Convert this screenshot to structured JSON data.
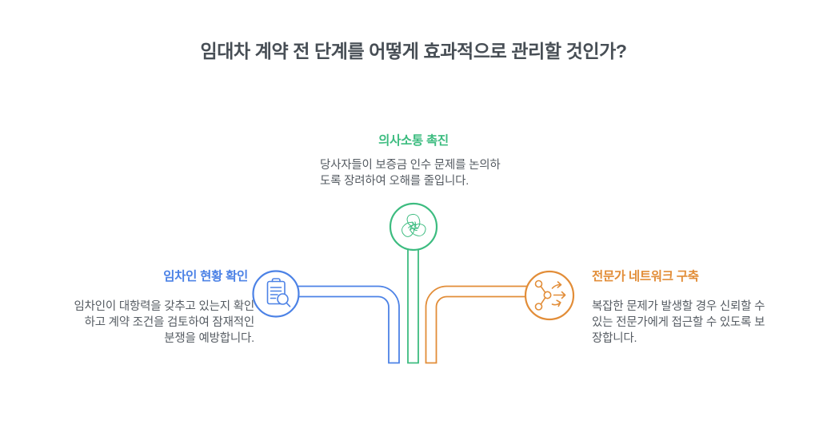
{
  "title": "임대차 계약 전 단계를 어떻게 효과적으로 관리할 것인가?",
  "colors": {
    "blue": "#4c82e6",
    "green": "#3dbc80",
    "orange": "#e28d38",
    "title_text": "#474e55",
    "body_text": "#565c63",
    "background": "#ffffff"
  },
  "nodes": {
    "communication": {
      "label": "의사소통 촉진",
      "icon": "hands-collaboration-icon",
      "desc_lines": [
        "당사자들이 보증금 인수 문제를 논의하",
        "도록 장려하여 오해를 줄입니다."
      ]
    },
    "tenant": {
      "label": "임차인 현황 확인",
      "icon": "clipboard-magnifier-icon",
      "desc_lines": [
        "임차인이 대항력을 갖추고 있는지 확인",
        "하고 계약 조건을 검토하여 잠재적인",
        "분쟁을 예방합니다."
      ]
    },
    "network": {
      "label": "전문가 네트워크 구축",
      "icon": "share-network-icon",
      "desc_lines": [
        "복잡한 문제가 발생할 경우 신뢰할 수",
        "있는 전문가에게 접근할 수 있도록 보",
        "장합니다."
      ]
    }
  }
}
